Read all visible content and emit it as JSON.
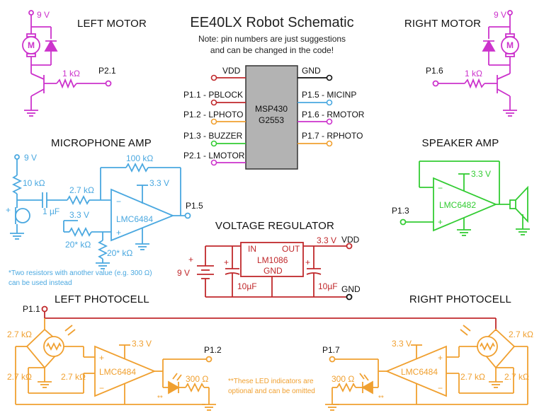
{
  "title": "EE40LX Robot Schematic",
  "note": [
    "Note: pin numbers are just suggestions",
    "and can be changed in the code!"
  ],
  "sections": {
    "left_motor": "LEFT MOTOR",
    "right_motor": "RIGHT MOTOR",
    "microphone_amp": "MICROPHONE AMP",
    "speaker_amp": "SPEAKER AMP",
    "voltage_regulator": "VOLTAGE REGULATOR",
    "left_photocell": "LEFT PHOTOCELL",
    "right_photocell": "RIGHT PHOTOCELL"
  },
  "mcu": {
    "name": [
      "MSP430",
      "G2553"
    ],
    "left_pins": [
      "VDD",
      "P1.1 - PBLOCK",
      "P1.2 - LPHOTO",
      "P1.3 - BUZZER",
      "P2.1 - LMOTOR"
    ],
    "right_pins": [
      "GND",
      "P1.5 - MICINP",
      "P1.6 - RMOTOR",
      "P1.7 - RPHOTO"
    ]
  },
  "left_motor": {
    "supply": "9 V",
    "motor": "M",
    "resistor": "1 kΩ",
    "pin": "P2.1"
  },
  "right_motor": {
    "supply": "9 V",
    "motor": "M",
    "resistor": "1 kΩ",
    "pin": "P1.6"
  },
  "mic_amp": {
    "supply": "9 V",
    "r_bias": "10 kΩ",
    "cap": "1 µF",
    "r_in": "2.7 kΩ",
    "r_fb": "100 kΩ",
    "vcc": "3.3 V",
    "ref": "3.3 V",
    "r_div1": "20* kΩ",
    "r_div2": "20* kΩ",
    "opamp": "LMC6484",
    "pin": "P1.5",
    "plus": "+",
    "minus": "−",
    "footnote": [
      "*Two resistors with another value (e.g. 300 Ω)",
      "can be used instead"
    ]
  },
  "speaker_amp": {
    "vcc": "3.3 V",
    "opamp": "LMC6482",
    "pin": "P1.3",
    "minus": "−",
    "plus": "+"
  },
  "regulator": {
    "chip": "LM1086",
    "in": "IN",
    "out": "OUT",
    "gnd": "GND",
    "battery": "9 V",
    "out_v": "3.3 V",
    "cap_in": "10µF",
    "cap_out": "10µF",
    "vdd": "VDD",
    "gnd_net": "GND",
    "plus": "+"
  },
  "left_photo": {
    "pin_in": "P1.1",
    "r1": "2.7 kΩ",
    "r2": "2.7 kΩ",
    "r3": "2.7 kΩ",
    "vcc": "3.3 V",
    "opamp": "LMC6484",
    "pin_out": "P1.2",
    "r_led": "300 Ω",
    "led_mark": "**",
    "led_note": [
      "**These LED indicators are",
      "optional and can be omitted"
    ]
  },
  "right_photo": {
    "r1": "2.7 kΩ",
    "r2": "2.7 kΩ",
    "r3": "2.7 kΩ",
    "vcc": "3.3 V",
    "opamp": "LMC6484",
    "pin_out": "P1.7",
    "r_led": "300 Ω",
    "led_mark": "**"
  },
  "colors": {
    "motor": "#cc33cc",
    "mic": "#4aa8e0",
    "speaker": "#33cc33",
    "regulator": "#c0282b",
    "photo": "#f0a030",
    "chip_fill": "#b3b3b3"
  }
}
